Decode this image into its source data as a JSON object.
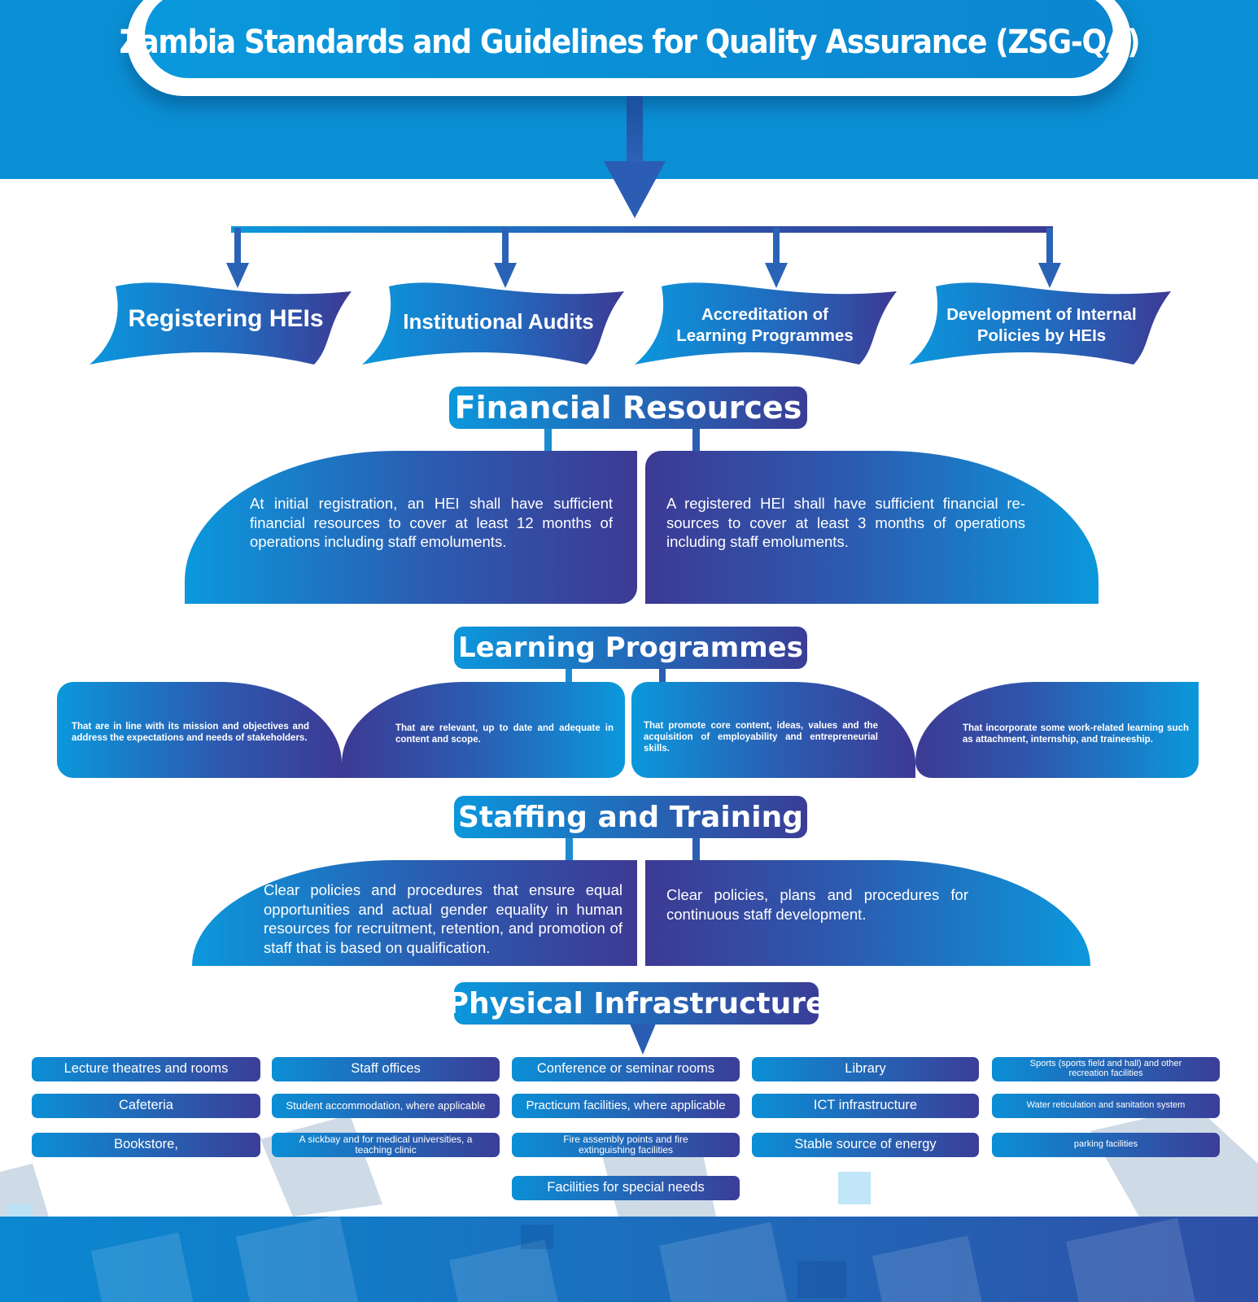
{
  "title": "Zambia Standards and Guidelines for Quality Assurance (ZSG-QA)",
  "ribbons": [
    "Registering HEIs",
    "Institutional Audits",
    "Accreditation of Learning Programmes",
    "Development of Internal Policies by HEIs"
  ],
  "financial": {
    "heading": "Financial Resources",
    "left": "At initial registration, an HEI shall have sufficient financial resources to cover at least 12 months of operations including staff emoluments.",
    "right": "A registered HEI shall have sufficient financial re-sources to cover at least 3 months of operations including staff emoluments."
  },
  "learning": {
    "heading": "Learning Programmes",
    "items": [
      "That are in line with its mission and objectives and address the expectations and needs of stakeholders.",
      "That are relevant, up to date and adequate in content and scope.",
      "That promote core content, ideas, values and the acquisition of employability and entrepreneurial skills.",
      "That incorporate some work-related learning such as attachment, internship, and traineeship."
    ]
  },
  "staffing": {
    "heading": "Staffing and Training",
    "left": "Clear policies and procedures that ensure equal opportunities and actual gender equality in human resources for recruitment, retention, and promotion of staff that is based on qualification.",
    "right": "Clear policies, plans and procedures for continuous staff development."
  },
  "infrastructure": {
    "heading": "Physical Infrastructure",
    "items": [
      "Lecture theatres and rooms",
      "Staff offices",
      "Conference or seminar rooms",
      "Library",
      "Sports (sports field and hall) and other recreation facilities",
      "Cafeteria",
      "Student accommodation, where applicable",
      "Practicum facilities, where applicable",
      "ICT infrastructure",
      "Water reticulation and sanitation system",
      "Bookstore,",
      "A sickbay and for medical universities, a teaching clinic",
      "Fire assembly points and fire extinguishing facilities",
      "Stable source of energy",
      "parking facilities",
      "Facilities for special needs"
    ]
  },
  "colors": {
    "blue": "#0b97dc",
    "indigo": "#3d3a94",
    "band": "#0b8fd4"
  }
}
